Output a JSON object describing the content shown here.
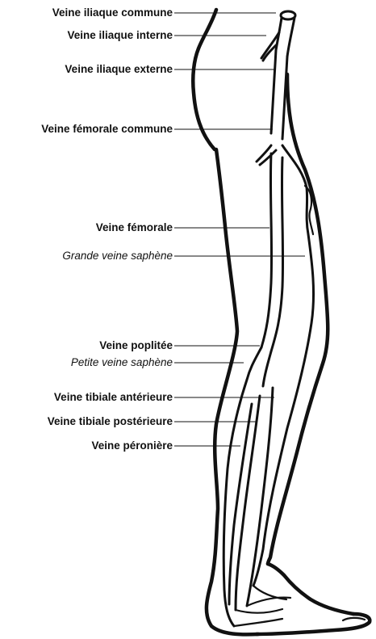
{
  "labels": {
    "iliaque_commune": "Veine iliaque commune",
    "iliaque_interne": "Veine iliaque interne",
    "iliaque_externe": "Veine iliaque externe",
    "femorale_commune": "Veine fémorale commune",
    "femorale": "Veine fémorale",
    "grande_saphene": "Grande veine saphène",
    "poplitee": "Veine poplitée",
    "petite_saphene": "Petite veine saphène",
    "tibiale_anterieure": "Veine tibiale antérieure",
    "tibiale_posterieure": "Veine tibiale postérieure",
    "peroniere": "Veine péronière"
  }
}
